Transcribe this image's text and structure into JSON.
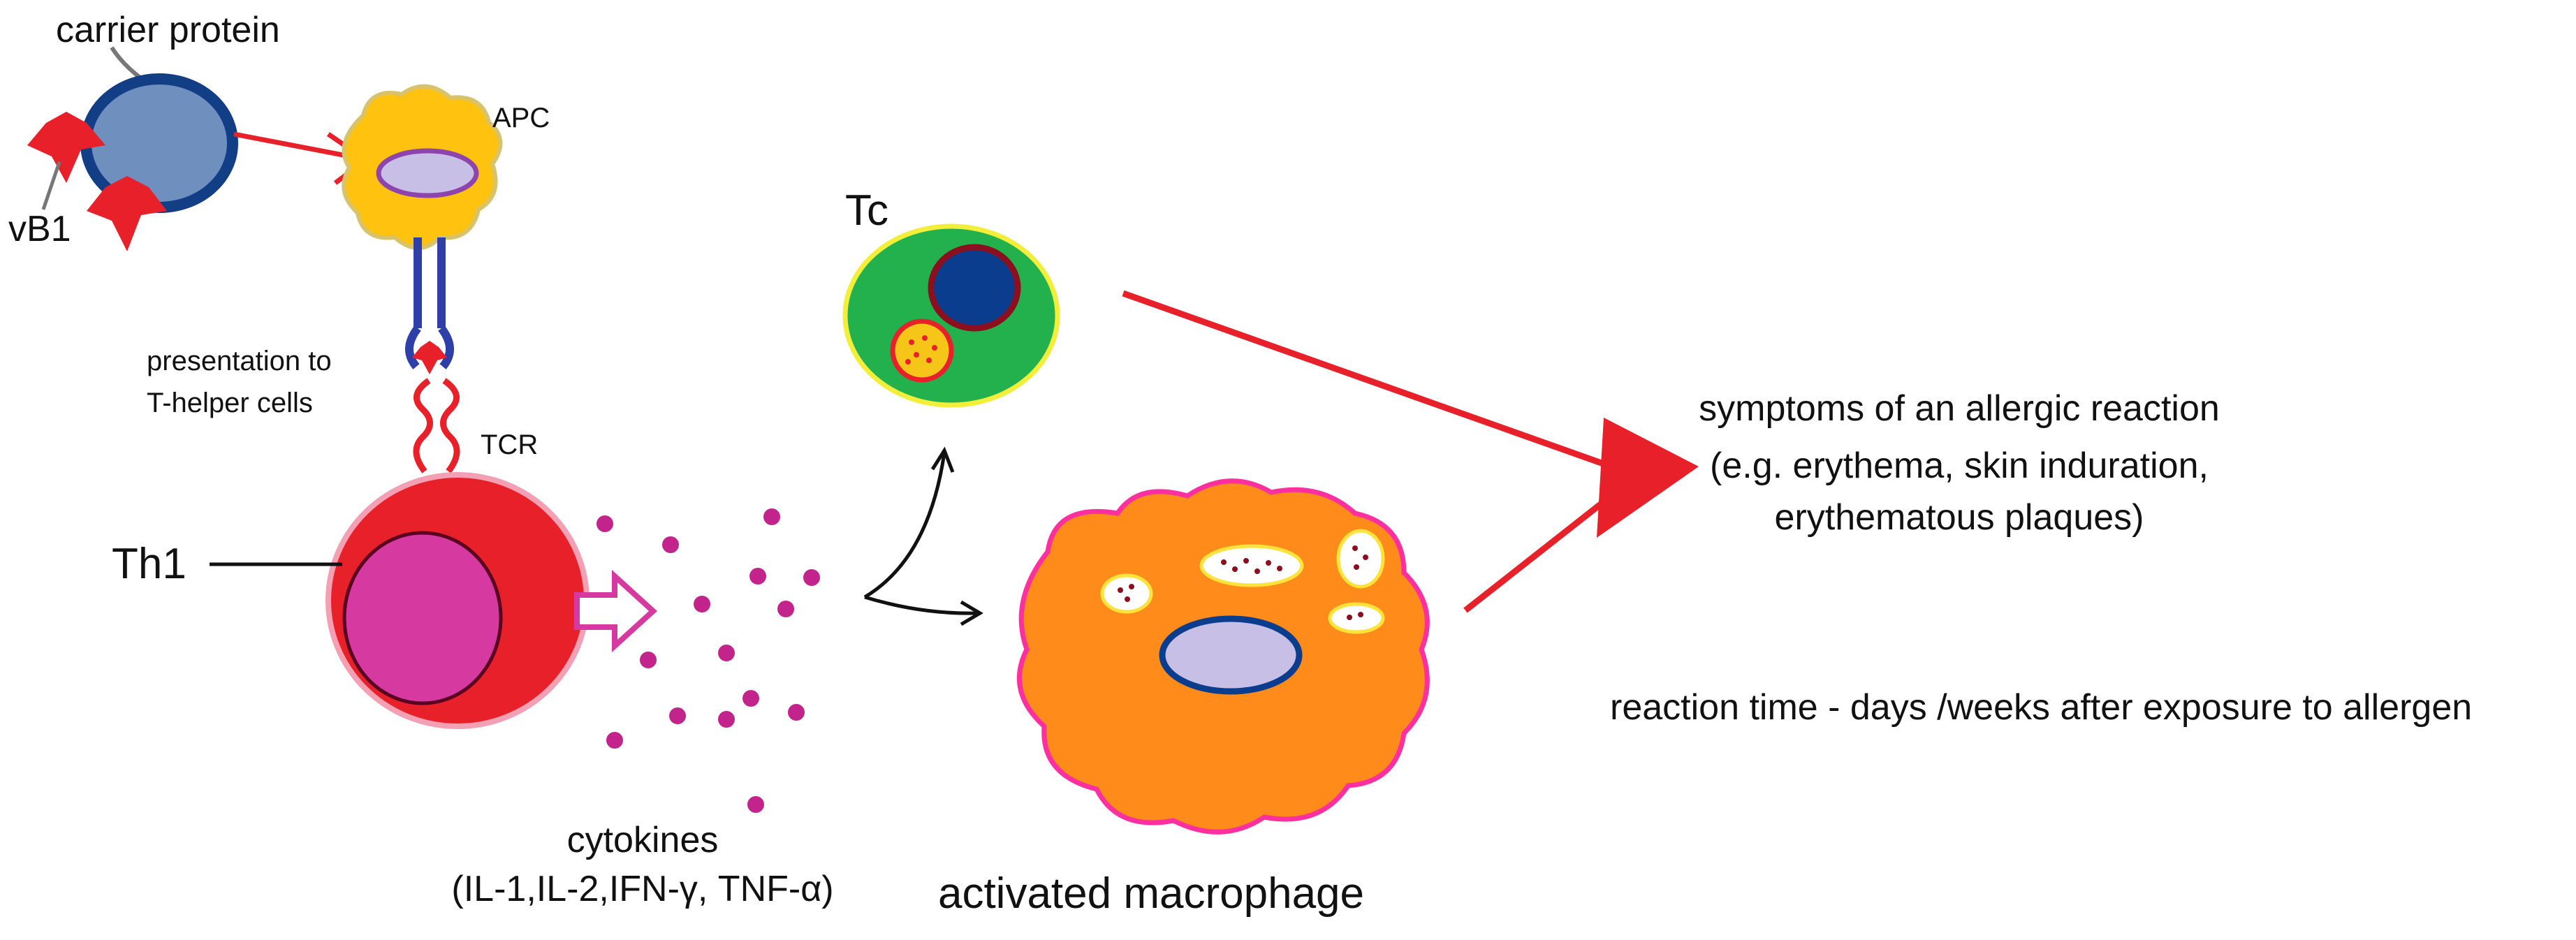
{
  "labels": {
    "carrier_protein": "carrier protein",
    "vb1": "vB1",
    "apc": "APC",
    "presentation_line1": "presentation to",
    "presentation_line2": "T-helper cells",
    "tcr": "TCR",
    "th1": "Th1",
    "tc": "Tc",
    "cytokines": "cytokines",
    "cytokines_list": "(IL-1,IL-2,IFN-γ, TNF-α)",
    "activated_macrophage": "activated macrophage",
    "symptoms_line1": "symptoms of an allergic reaction",
    "symptoms_line2": "(e.g. erythema, skin induration,",
    "symptoms_line3": "erythematous plaques)",
    "reaction_time": "reaction time - days /weeks  after exposure to allergen"
  },
  "colors": {
    "arrow_red": "#e8202a",
    "carrier_fill": "#6f8fbf",
    "carrier_stroke": "#123e86",
    "star_red": "#e8202a",
    "apc_fill": "#ffc20e",
    "apc_stroke": "#d9c36a",
    "nucleus_lavender": "#c8bfe7",
    "nucleus_purple_stroke": "#8e44ad",
    "receptor_blue": "#2f3fa8",
    "tcr_red": "#e8202a",
    "th1_fill": "#e8202a",
    "th1_stroke": "#f4a0b4",
    "th1_nucleus": "#d63aa0",
    "cytokine_dot": "#c2248c",
    "tc_fill": "#22b14c",
    "tc_stroke": "#f2ee3a",
    "tc_nucleus": "#0b3d8f",
    "tc_nucleus_ring": "#8b0f1f",
    "granule_fill": "#f5c518",
    "granule_stroke": "#e8202a",
    "macrophage_fill": "#ff8c1a",
    "macrophage_stroke": "#ff2fa0",
    "macrophage_nucleus": "#c8bfe7",
    "macrophage_nucleus_stroke": "#0b3d8f",
    "vesicle_fill": "#ffffff",
    "vesicle_dot": "#8b0f1f",
    "curved_arrow": "#111111"
  }
}
